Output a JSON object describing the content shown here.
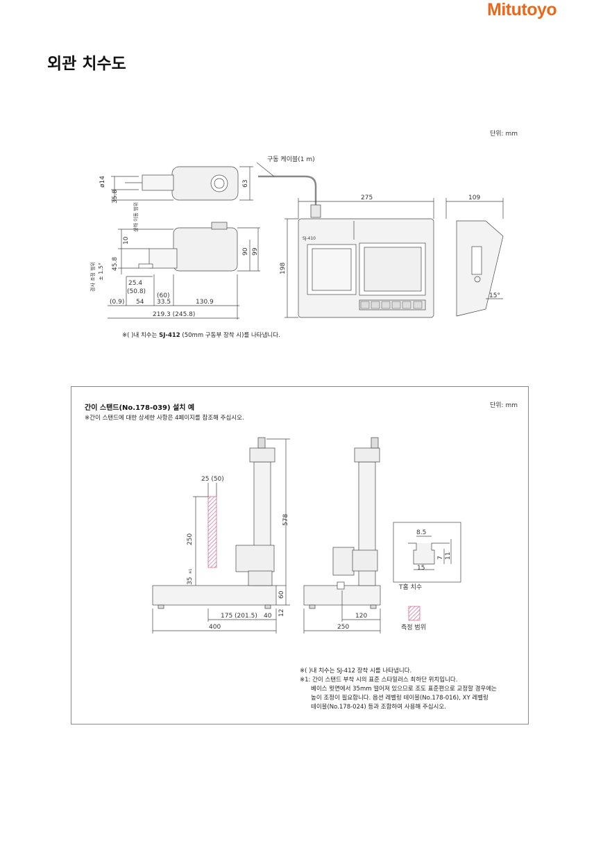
{
  "brand": "Mitutoyo",
  "page_title": "외관 치수도",
  "unit_top": "단위: mm",
  "top_drawing": {
    "cable_label": "구동 케이블(1 m)",
    "dims": {
      "d14": "ø14",
      "d35_8": "35.8",
      "d63": "63",
      "d10": "10",
      "move_range": "상하 이동 범위",
      "d90": "90",
      "d99": "99",
      "d45_8": "45.8",
      "tilt_range": "경사 조정 범위",
      "tilt": "± 1.5°",
      "d25_4": "25.4",
      "d50_8": "(50.8)",
      "d60": "(60)",
      "d0_9": "(0.9)",
      "d54": "54",
      "d33_5": "33.5",
      "d130_9": "130.9",
      "d219_3": "219.3 (245.8)",
      "d275": "275",
      "d198": "198",
      "d109": "109",
      "deg15": "15°"
    },
    "unit_model": "SJ-410",
    "footnote_a": "※(   )내 치수는 ",
    "footnote_b": "SJ-412",
    "footnote_c": " (50mm 구동부 장착 시)를 나타냅니다."
  },
  "stand_box": {
    "title": "간이 스탠드(No.178-039) 설치 예",
    "subtitle": "※간이 스탠드에 대한 상세한 사항은 4페이지를 참조해 주십시오.",
    "unit": "단위: mm",
    "dims": {
      "d25": "25 (50)",
      "d578": "578",
      "d250": "250",
      "d35": "35",
      "star1": "※1",
      "d60": "60",
      "d12": "12",
      "d175": "175 (201.5)",
      "d40": "40",
      "d400": "400",
      "d120": "120",
      "d250b": "250",
      "d8_5": "8.5",
      "d7": "7",
      "d11": "11",
      "d15": "15"
    },
    "tslot_label": "T홈 치수",
    "measure_label": "측정 범위",
    "notes": [
      "※(   )내 치수는 SJ-412 장착 시를 나타냅니다.",
      "※1: 간이 스탠드 부착 시의 표준 스타일러스 최하단 위치입니다.",
      "베이스 윗면에서 35mm 떨어져 있으므로 조도 표준편으로 교정할 경우에는",
      "높이 조정이 필요합니다. 옵션 레벨링 테이블(No.178-016), XY 레벨링",
      "테이블(No.178-024) 등과 조합하여 사용해 주십시오."
    ]
  }
}
